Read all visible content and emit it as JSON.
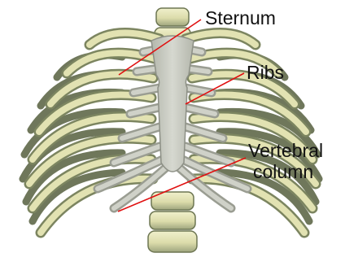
{
  "labels": {
    "sternum": "Sternum",
    "ribs": "Ribs",
    "vertebral_line1": "Vertebral",
    "vertebral_line2": "column"
  },
  "colors": {
    "bone_fill": "#e2e2b2",
    "bone_shade": "#8f9a74",
    "bone_dark": "#3f4a2e",
    "cartilage": "#c9cbc2",
    "cartilage_shade": "#a7aaa0",
    "leader_line": "#e01010",
    "background": "#ffffff"
  }
}
